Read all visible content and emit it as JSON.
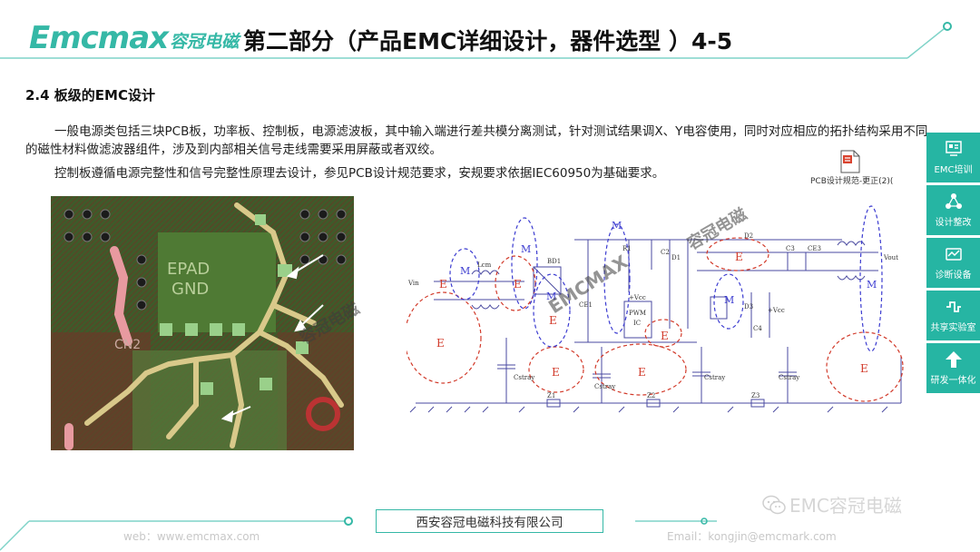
{
  "header": {
    "logo_em": "Emcmax",
    "logo_cn": "容冠电磁",
    "title": "第二部分（产品EMC详细设计，器件选型 ）4-5"
  },
  "section": {
    "heading": "2.4 板级的EMC设计",
    "paragraph1": "一般电源类包括三块PCB板，功率板、控制板，电源滤波板，其中输入端进行差共模分离测试，针对测试结果调X、Y电容使用，同时对应相应的拓扑结构采用不同的磁性材料做滤波器组件，涉及到内部相关信号走线需要采用屏蔽或者双绞。",
    "paragraph2": "控制板遵循电源完整性和信号完整性原理去设计，参见PCB设计规范要求，安规要求依据IEC60950为基础要求。"
  },
  "attachment": {
    "label": "PCB设计规范-更正(2)("
  },
  "pcb": {
    "epad_label": "EPAD",
    "gnd_label": "GND",
    "net_label": "CN2"
  },
  "schematic": {
    "vin_label": "Vin",
    "vout_label": "Vout",
    "vcc_label": "+Vcc",
    "lcm_label": "Lcm",
    "bd1_label": "BD1",
    "r1_label": "R1",
    "c2_label": "C2",
    "d1_label": "D1",
    "d2_label": "D2",
    "d3_label": "D3",
    "c3_label": "C3",
    "ce3_label": "CE3",
    "ce1_label": "CE1",
    "c4_label": "C4",
    "pwm_label": "PWM",
    "ic_label": "IC",
    "cstray_label": "Cstray",
    "z1_label": "Z1",
    "z2_label": "Z2",
    "z3_label": "Z3",
    "m_label": "M",
    "e_label": "E"
  },
  "watermarks": {
    "emcmax": "EMCMAX",
    "cn": "容冠电磁"
  },
  "sidebar": {
    "items": [
      {
        "label": "EMC培训",
        "icon": "training-icon"
      },
      {
        "label": "设计整改",
        "icon": "design-icon"
      },
      {
        "label": "诊断设备",
        "icon": "device-icon"
      },
      {
        "label": "共享实验室",
        "icon": "lab-icon"
      },
      {
        "label": "研发一体化",
        "icon": "arrow-up-icon"
      }
    ]
  },
  "footer": {
    "web": "web：www.emcmax.com",
    "company": "西安容冠电磁科技有限公司",
    "email": "Email：kongjin@emcmark.com",
    "wechat": "EMC容冠电磁"
  },
  "colors": {
    "brand": "#35b8a6",
    "sidebar": "#26b5a3",
    "schematic_line": "#4a4aa0",
    "loop_red": "#d23a2a",
    "loop_blue": "#3b3bd0"
  }
}
